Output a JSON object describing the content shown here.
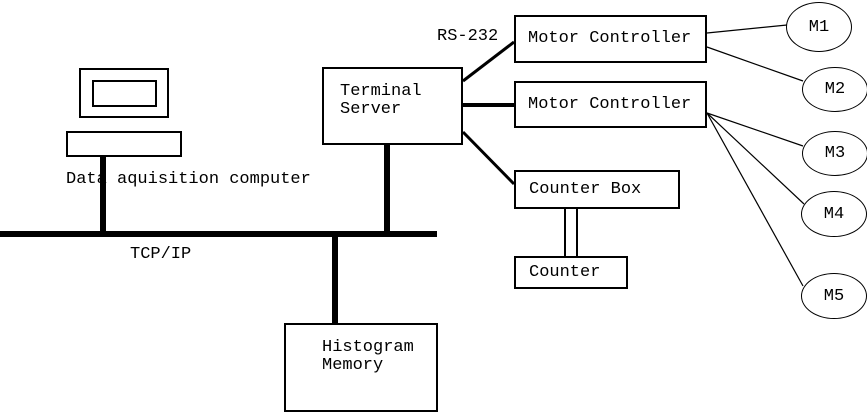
{
  "colors": {
    "ink": "#000000",
    "paper": "#ffffff"
  },
  "labels": {
    "daq_computer": "Data aquisition computer",
    "network_bus": "TCP/IP",
    "serial_link": "RS-232"
  },
  "nodes": {
    "terminal_server": {
      "line1": "Terminal",
      "line2": "Server"
    },
    "motor_controller_top": {
      "label": "Motor Controller"
    },
    "motor_controller_bottom": {
      "label": "Motor Controller"
    },
    "counter_box": {
      "label": "Counter Box"
    },
    "counter": {
      "label": "Counter"
    },
    "histogram_memory": {
      "line1": "Histogram",
      "line2": "Memory"
    }
  },
  "motors": [
    {
      "label": "M1"
    },
    {
      "label": "M2"
    },
    {
      "label": "M3"
    },
    {
      "label": "M4"
    },
    {
      "label": "M5"
    }
  ]
}
